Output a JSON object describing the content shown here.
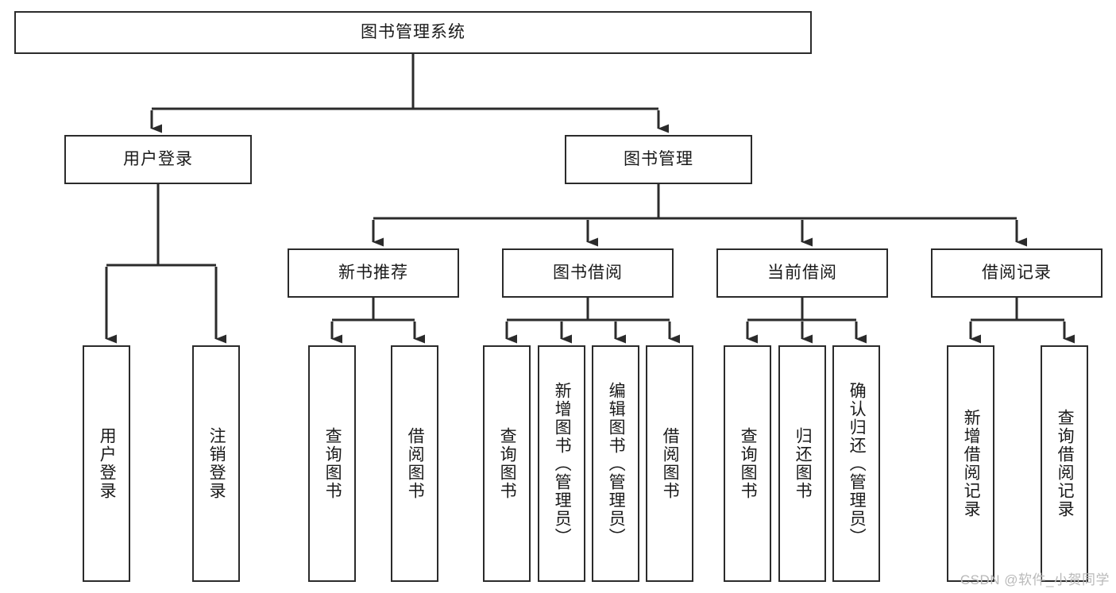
{
  "diagram": {
    "type": "tree-hierarchy",
    "title": "图书管理系统",
    "root": {
      "label": "图书管理系统"
    },
    "level2": [
      {
        "label": "用户登录"
      },
      {
        "label": "图书管理"
      }
    ],
    "level3": [
      {
        "label": "新书推荐"
      },
      {
        "label": "图书借阅"
      },
      {
        "label": "当前借阅"
      },
      {
        "label": "借阅记录"
      }
    ],
    "leaves": {
      "user_login": [
        {
          "label": "用户登录"
        },
        {
          "label": "注销登录"
        }
      ],
      "new_book_recommend": [
        {
          "label": "查询图书"
        },
        {
          "label": "借阅图书"
        }
      ],
      "book_borrow": [
        {
          "label": "查询图书"
        },
        {
          "label": "新增图书（管理员）"
        },
        {
          "label": "编辑图书（管理员）"
        },
        {
          "label": "借阅图书"
        }
      ],
      "current_borrow": [
        {
          "label": "查询图书"
        },
        {
          "label": "归还图书"
        },
        {
          "label": "确认归还（管理员）"
        }
      ],
      "borrow_record": [
        {
          "label": "新增借阅记录"
        },
        {
          "label": "查询借阅记录"
        }
      ]
    }
  },
  "watermark": {
    "text": "CSDN @软件_小贺同学"
  },
  "colors": {
    "stroke": "#2b2b2b",
    "fill": "#ffffff",
    "text": "#1a1a1a",
    "watermark": "#b9b9b9"
  }
}
